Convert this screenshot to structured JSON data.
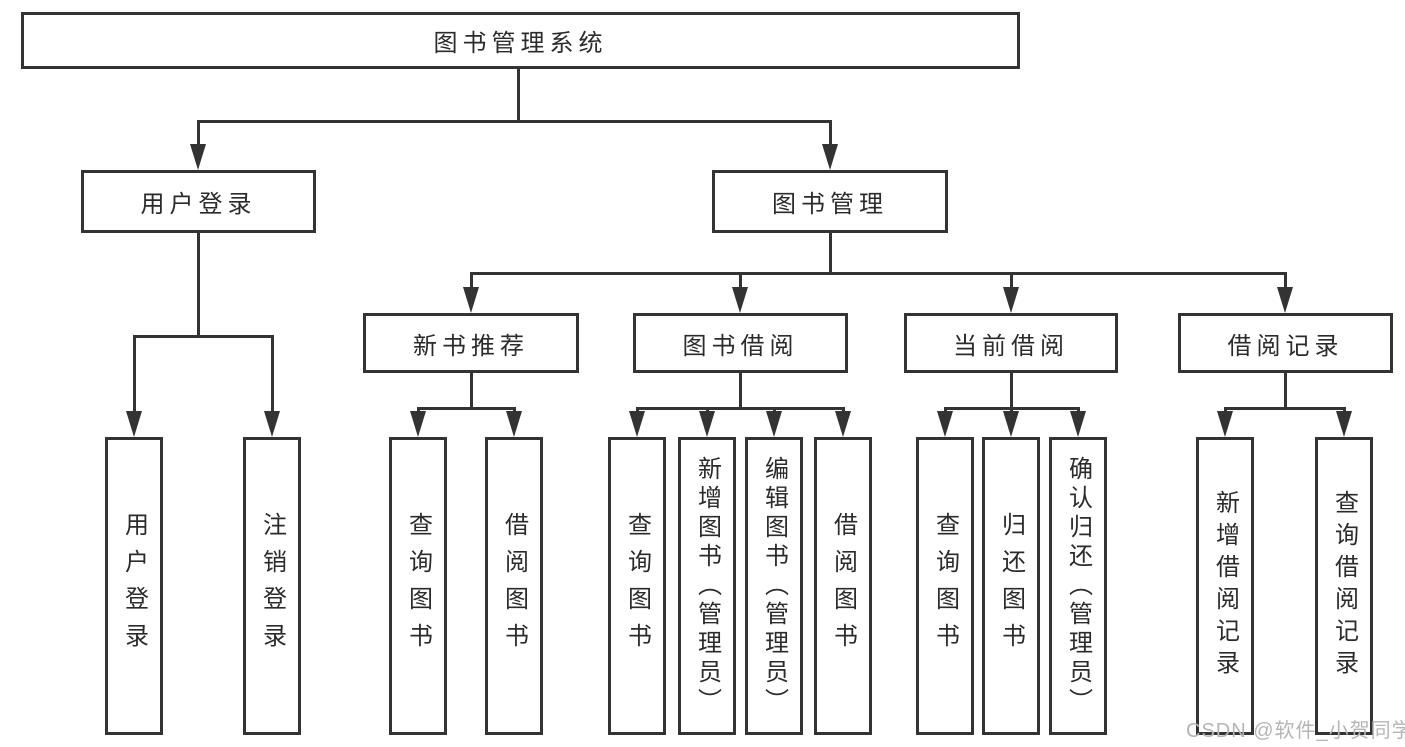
{
  "diagram_title": "图书管理系统",
  "tree": {
    "label": "图书管理系统",
    "children": [
      {
        "label": "用户登录",
        "children": [
          {
            "label": "用户登录"
          },
          {
            "label": "注销登录"
          }
        ]
      },
      {
        "label": "图书管理",
        "children": [
          {
            "label": "新书推荐",
            "children": [
              {
                "label": "查询图书"
              },
              {
                "label": "借阅图书"
              }
            ]
          },
          {
            "label": "图书借阅",
            "children": [
              {
                "label": "查询图书"
              },
              {
                "label": "新增图书（管理员）"
              },
              {
                "label": "编辑图书（管理员）"
              },
              {
                "label": "借阅图书"
              }
            ]
          },
          {
            "label": "当前借阅",
            "children": [
              {
                "label": "查询图书"
              },
              {
                "label": "归还图书"
              },
              {
                "label": "确认归还（管理员）"
              }
            ]
          },
          {
            "label": "借阅记录",
            "children": [
              {
                "label": "新增借阅记录"
              },
              {
                "label": "查询借阅记录"
              }
            ]
          }
        ]
      }
    ]
  },
  "watermark": {
    "text": "CSDN @软件_小贺同学"
  },
  "colors": {
    "line": "#333333",
    "text": "#2b2b2b",
    "watermark": "#b5b5b5",
    "background": "#ffffff"
  }
}
